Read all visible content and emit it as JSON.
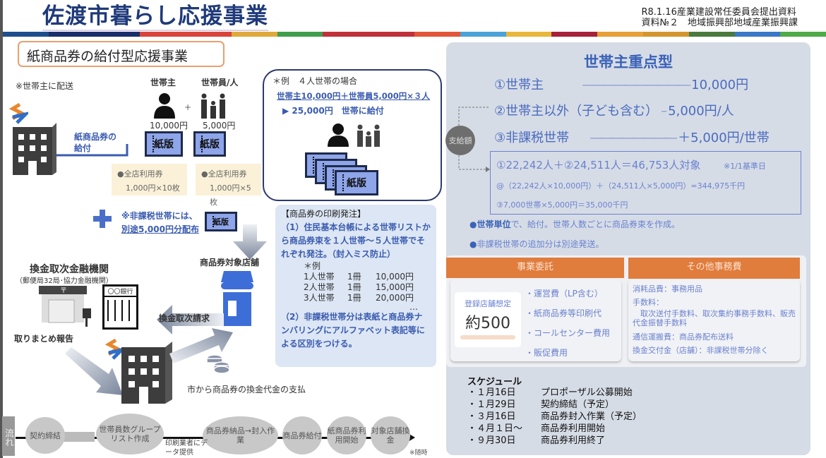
{
  "header": {
    "title": "佐渡市暮らし応援事業",
    "meta_line1": "R8.1.16産業建設常任委員会提出資料",
    "meta_line2": "資料№２　地域振興部地域産業振興課"
  },
  "stripe_colors": [
    "#1f4e8c",
    "#1a2e6a",
    "#1a2e6a",
    "#d9443a",
    "#d9443a",
    "#e0a93a",
    "#3f9e4e",
    "#c0303a",
    "#c0303a",
    "#e2553a",
    "#4aa3d8",
    "#e7b83a",
    "#a6213a",
    "#e6a035",
    "#d4962e",
    "#4a7a3e",
    "#3a78c8",
    "#4faa48"
  ],
  "left": {
    "subtitle": "紙商品券の給付型応援事業",
    "delivery_note": "※世帯主に配送",
    "head_label": "世帯主",
    "member_label": "世帯員/人",
    "plus": "+",
    "head_amount": "10,000円",
    "member_amount": "5,000円",
    "ticket_label": "紙版",
    "grant_label": "紙商品券の給付",
    "head_coupon": {
      "title": "●全店利用券",
      "detail": "1,000円×10枚"
    },
    "member_coupon": {
      "title": "●全店利用券",
      "detail": "1,000円×5枚"
    },
    "example": {
      "title": "＊例　４人世帯の場合",
      "formula": "世帯主10,000円＋世帯員5,000円×３人",
      "result": "▶ 25,000円　世帯に給付"
    },
    "nontax_note1": "※非課税世帯には、",
    "nontax_note2": "別途5,000円分配布",
    "store_label": "商品券対象店舗",
    "bank_title": "換金取次金融機関",
    "bank_sub": "（郵便局32局･協力金融機関）",
    "bank_sign": "〇〇銀行",
    "exchange_request": "換金取次請求",
    "report": "取りまとめ報告",
    "payment": "市から商品券の換金代金の支払"
  },
  "print_order": {
    "title": "【商品券の印刷発注】",
    "item1": "（1）住民基本台帳による世帯リストから商品券束を１人世帯～５人世帯でそれぞれ発注。（封入ミス防止）",
    "example_label": "＊例",
    "examples": [
      [
        "1人世帯",
        "1冊",
        "10,000円"
      ],
      [
        "2人世帯",
        "1冊",
        "15,000円"
      ],
      [
        "3人世帯",
        "1冊",
        "20,000円"
      ]
    ],
    "ellipsis": "…",
    "item2": "（2）非課税世帯分は表紙と商品券ナンバリングにアルファベット表記等による区別をつける。"
  },
  "flow": {
    "label": "流れ",
    "steps": [
      "契約締結",
      "世帯員数グループリスト作成",
      "商品券納品→封入作業",
      "商品券給付",
      "紙商品券利用開始",
      "対象店舗換金"
    ],
    "data_note": "印刷業者にデータ提供",
    "note": "※随時"
  },
  "right": {
    "heading": "世帯主重点型",
    "rows": [
      {
        "label": "①世帯主",
        "dash": "――――――――――",
        "value": "10,000円"
      },
      {
        "label": "②世帯主以外（子ども含む）",
        "dash": "–",
        "value": "5,000円/人"
      },
      {
        "label": "③非課税世帯",
        "dash": "――――――――",
        "value": "＋5,000円/世帯"
      }
    ],
    "badge": "支給額",
    "calc1": "①22,242人＋②24,511人＝46,753人対象",
    "calc1_note": "※1/1基準日",
    "calc2": "@（22,242人×10,000円）＋（24,511人×5,000円）=344,975千円",
    "calc3": "③7,000世帯×5,000円＝35,000千円",
    "bullet1_bold": "世帯単位",
    "bullet1_rest": "で、給付。世帯人数ごとに商品券束を作成。",
    "bullet2": "非課税世帯の追加分は別途発送。",
    "consign": {
      "title": "事業委託",
      "store_label": "登録店舗想定",
      "store_value": "約500",
      "items": [
        "・運営費（LP含む）",
        "・紙商品券等印刷代",
        "・コールセンター費用",
        "・販促費用"
      ]
    },
    "other": {
      "title": "その他事務費",
      "items": [
        "消耗品費：事務用品",
        "手数料：",
        "　取次送付手数料、取次集約事務手数料、販売代金振替手数料",
        "通信運搬費：商品券配布送料",
        "換金交付金（店舗）：非課税世帯分除く"
      ]
    },
    "schedule": {
      "title": "スケジュール",
      "items": [
        [
          "・１月16日",
          "プロポーザル公募開始"
        ],
        [
          "・１月29日",
          "契約締結（予定）"
        ],
        [
          "・３月16日",
          "商品券封入作業（予定）"
        ],
        [
          "・４月１日～",
          "商品券利用開始"
        ],
        [
          "・９月30日",
          "商品券利用終了"
        ]
      ]
    }
  }
}
